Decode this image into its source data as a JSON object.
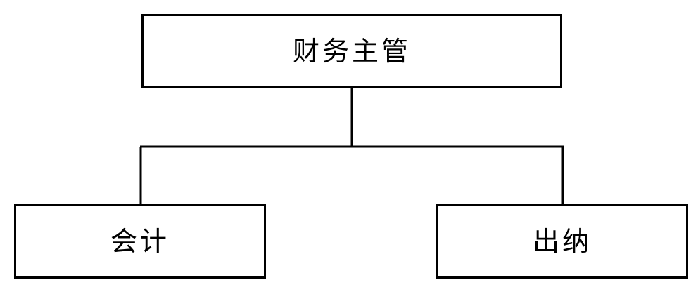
{
  "org_chart": {
    "root": {
      "label": "财务主管"
    },
    "children": [
      {
        "label": "会计"
      },
      {
        "label": "出纳"
      }
    ],
    "line_color": "#000000",
    "box_border_color": "#000000",
    "background": "#ffffff"
  }
}
